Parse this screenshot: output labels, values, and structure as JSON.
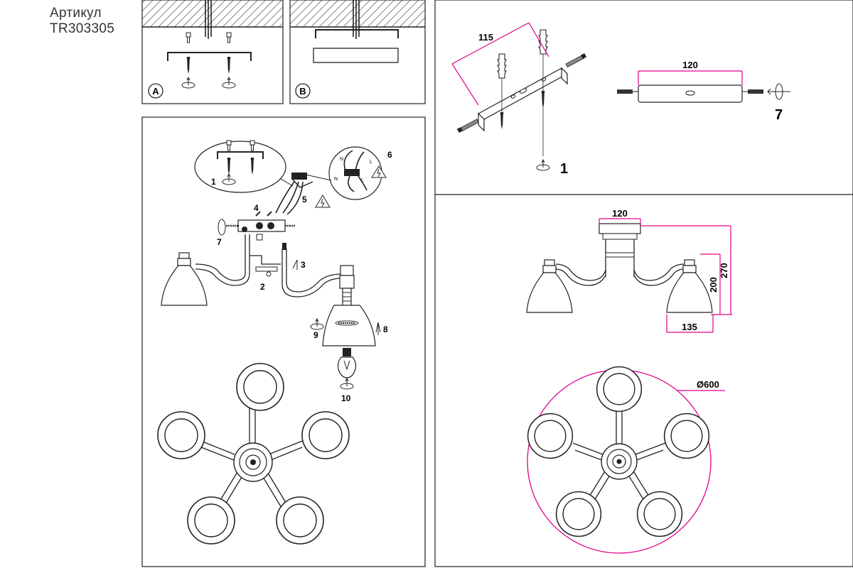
{
  "article": {
    "label": "Артикул",
    "code": "TR303305"
  },
  "panels": {
    "a_label": "A",
    "b_label": "B"
  },
  "assembly": {
    "callouts": [
      "1",
      "2",
      "3",
      "4",
      "5",
      "6",
      "7",
      "8",
      "9",
      "10"
    ],
    "wire_labels": [
      "N",
      "L",
      "N",
      "L"
    ]
  },
  "mounting": {
    "dim_bracket": "115",
    "dim_plate": "120",
    "step_1": "1",
    "step_7": "7"
  },
  "dimensions": {
    "width_top": "120",
    "height_200": "200",
    "height_270": "270",
    "arm_135": "135",
    "diameter": "Ø600"
  },
  "colors": {
    "line": "#222222",
    "dimension": "#e0008a"
  }
}
